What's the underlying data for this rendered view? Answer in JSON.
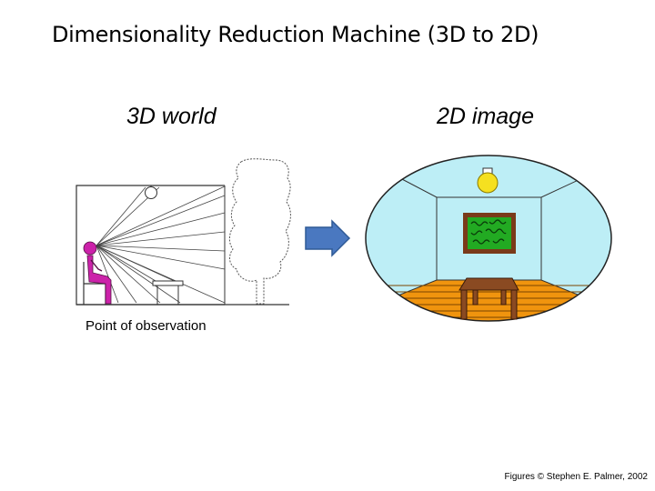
{
  "slide": {
    "title": "Dimensionality Reduction Machine (3D to 2D)"
  },
  "labels": {
    "world": "3D world",
    "image": "2D image",
    "observation": "Point of observation"
  },
  "credit": "Figures © Stephen E. Palmer, 2002",
  "colors": {
    "observer": "#cc22aa",
    "arrow_fill": "#4a78c0",
    "arrow_stroke": "#2f5a96",
    "room_wall": "#bdeef6",
    "floor": "#f0940e",
    "floor_lines": "#7a4400",
    "table": "#8a4a22",
    "painting_frame": "#7a3a1a",
    "painting_canvas": "#22aa22",
    "lamp": "#f5e020"
  },
  "icons": {
    "arrow": "right-arrow-icon",
    "lamp": "lamp-icon"
  }
}
